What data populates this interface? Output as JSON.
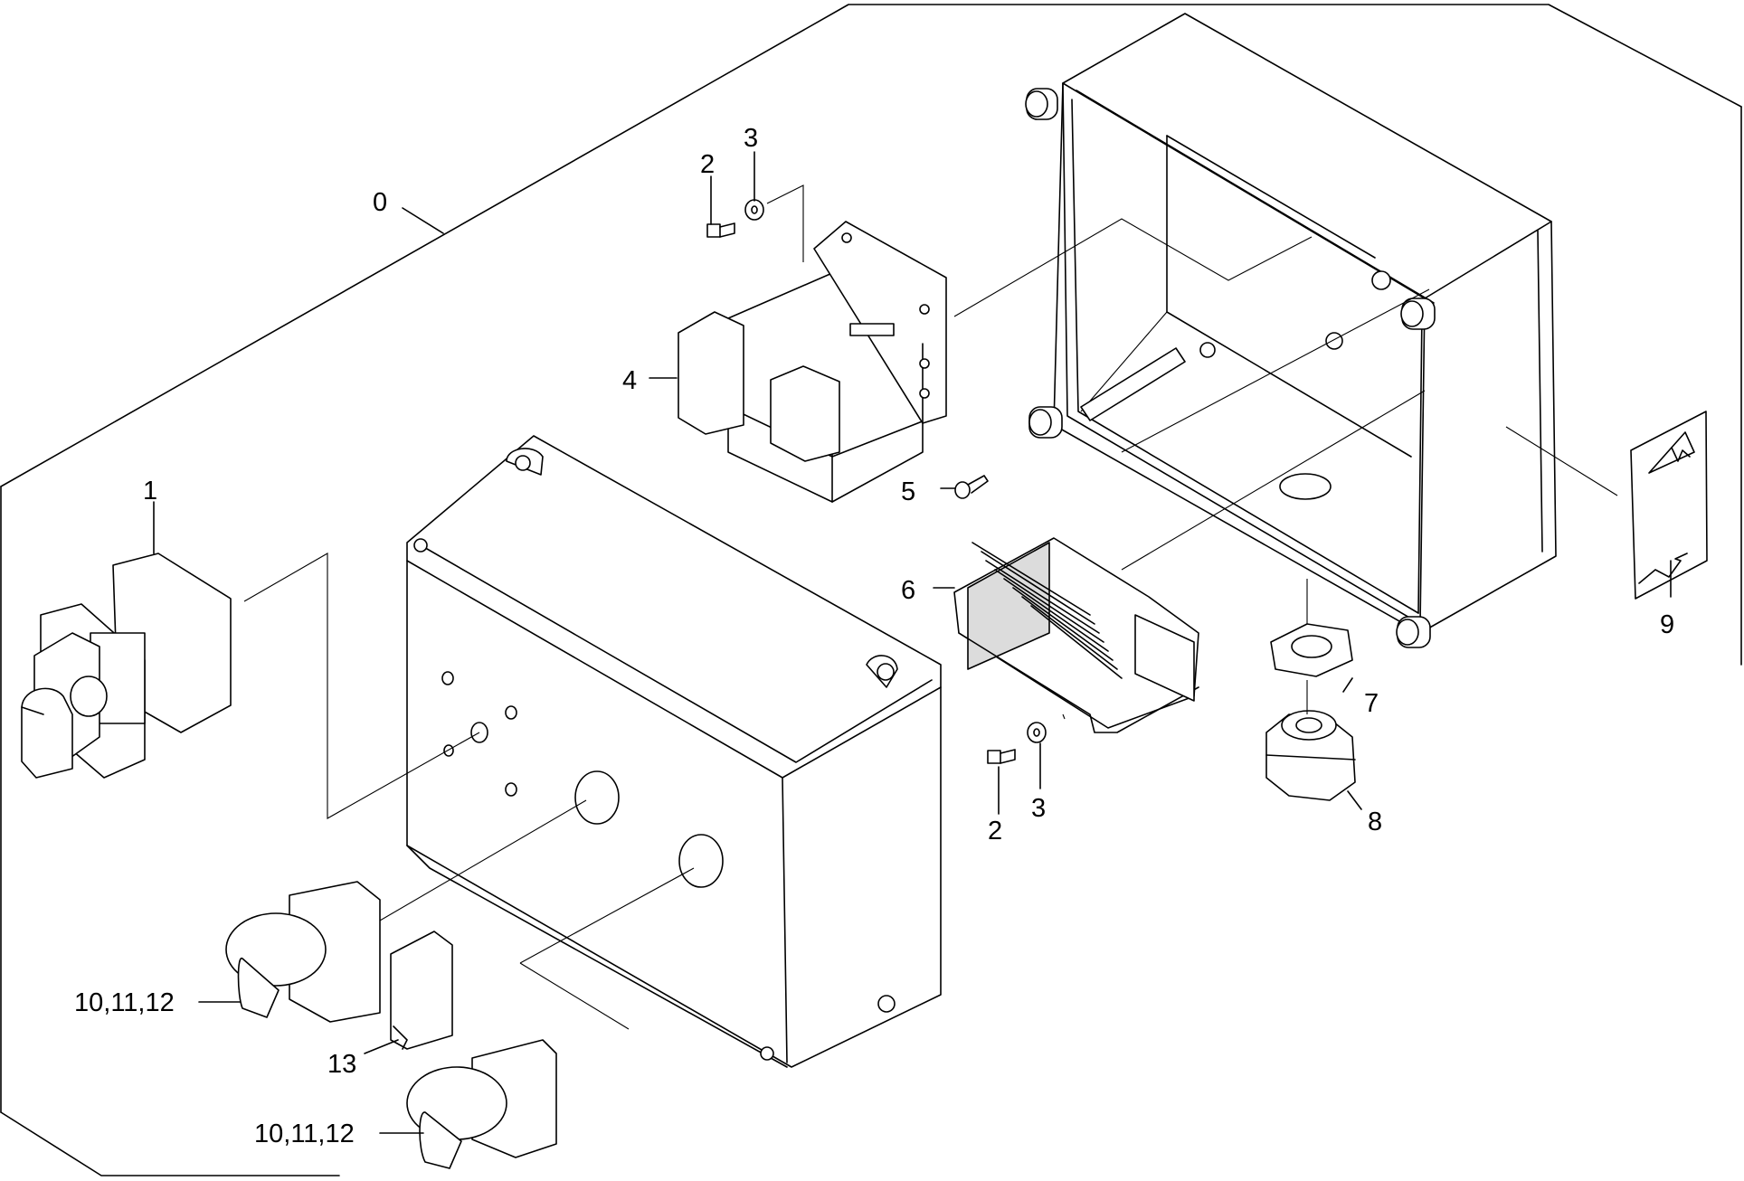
{
  "callouts": {
    "c0": "0",
    "c1": "1",
    "c2a": "2",
    "c3a": "3",
    "c4": "4",
    "c5": "5",
    "c6": "6",
    "c2b": "2",
    "c3b": "3",
    "c7": "7",
    "c8": "8",
    "c9": "9",
    "c10a": "10,11,12",
    "c13": "13",
    "c10b": "10,11,12"
  }
}
